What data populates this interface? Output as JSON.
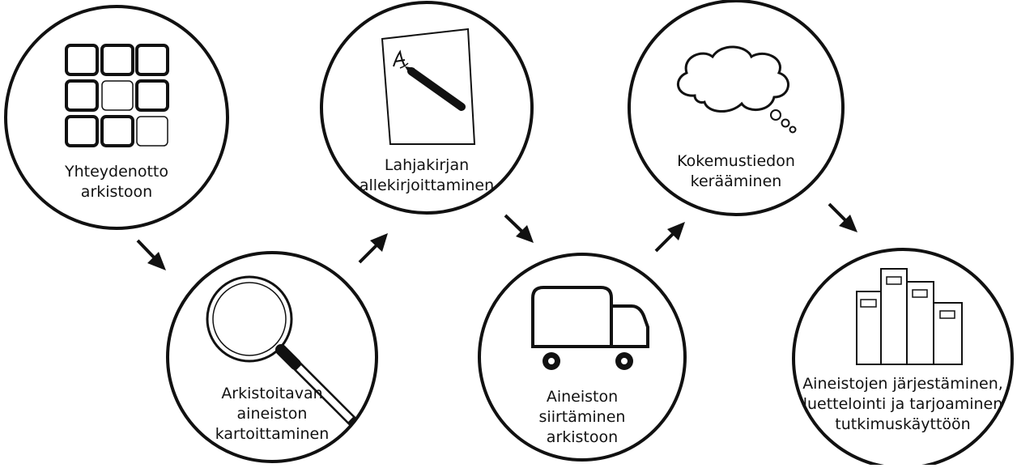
{
  "steps": [
    {
      "lines": [
        "Yhteydenotto",
        "arkistoon"
      ],
      "icon": "grid-icon"
    },
    {
      "lines": [
        "Arkistoitavan",
        "aineiston",
        "kartoittaminen"
      ],
      "icon": "magnifier-icon"
    },
    {
      "lines": [
        "Lahjakirjan",
        "allekirjoittaminen"
      ],
      "icon": "signature-pen-icon"
    },
    {
      "lines": [
        "Aineiston",
        "siirtäminen",
        "arkistoon"
      ],
      "icon": "truck-icon"
    },
    {
      "lines": [
        "Kokemustiedon",
        "kerääminen"
      ],
      "icon": "thought-cloud-icon"
    },
    {
      "lines": [
        "Aineistojen järjestäminen,",
        "luettelointi ja tarjoaminen",
        "tutkimuskäyttöön"
      ],
      "icon": "binders-icon"
    }
  ],
  "colors": {
    "stroke": "#111111",
    "fill": "#ffffff"
  }
}
